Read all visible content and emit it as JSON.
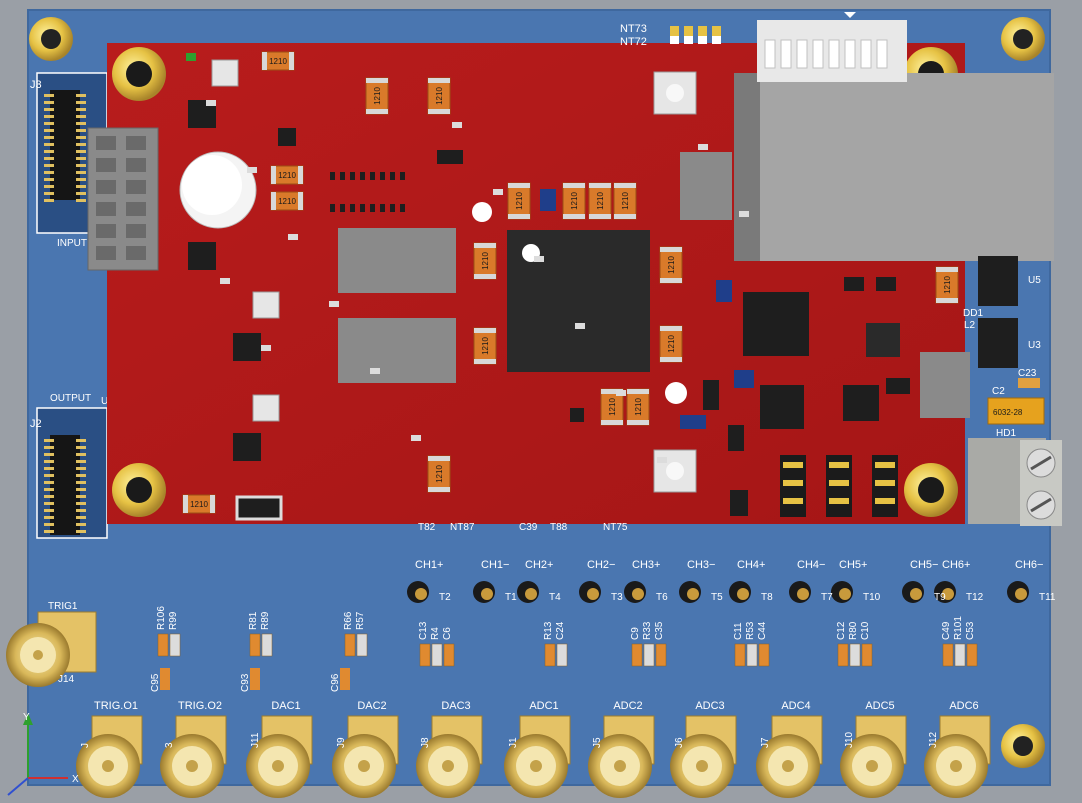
{
  "view": {
    "axes": {
      "x_label": "X",
      "y_label": "Y"
    }
  },
  "connectors_top": [
    "J3",
    "INPUT",
    "J2",
    "OUTPUT",
    "U"
  ],
  "network_labels": [
    "NT73",
    "NT72"
  ],
  "sma_labels": {
    "trig1": "TRIG1",
    "j14": "J14",
    "bottom_labels": [
      "TRIG.O1",
      "TRIG.O2",
      "DAC1",
      "DAC2",
      "DAC3",
      "ADC1",
      "ADC2",
      "ADC3",
      "ADC4",
      "ADC5",
      "ADC6"
    ],
    "bottom_refs": [
      "J",
      "3",
      "J11",
      "J9",
      "J8",
      "J1",
      "J5",
      "J6",
      "J7",
      "J10",
      "J12"
    ]
  },
  "test_points": [
    "CH1+",
    "CH1−",
    "CH2+",
    "CH2−",
    "CH3+",
    "CH3−",
    "CH4+",
    "CH4−",
    "CH5+",
    "CH5−",
    "CH6+",
    "CH6−"
  ],
  "tp_refs": [
    "T2",
    "T1",
    "T4",
    "T3",
    "T6",
    "T5",
    "T8",
    "T7",
    "T10",
    "T9",
    "T12",
    "T11"
  ],
  "under_board": [
    "T82",
    "NT87",
    "C39",
    "T88",
    "NT75"
  ],
  "passive_labels": [
    [
      "R106",
      "R99"
    ],
    [
      "R81",
      "R89"
    ],
    [
      "R66",
      "R57"
    ],
    [
      "C13",
      "R4",
      "C6"
    ],
    [
      "R13",
      "C24"
    ],
    [
      "C9",
      "R33",
      "C35"
    ],
    [
      "C11",
      "R53",
      "C44"
    ],
    [
      "C12",
      "R80",
      "C10"
    ],
    [
      "C49",
      "R101",
      "C53"
    ]
  ],
  "cap_left": [
    "C95",
    "C93",
    "C96"
  ],
  "right_side": {
    "u5": "U5",
    "u3": "U3",
    "c23": "C23",
    "c2": "C2",
    "hd1": "HD1",
    "cap_marking": "6032-28",
    "l2": "L2",
    "dd1": "DD1"
  },
  "package_marking": "1210"
}
